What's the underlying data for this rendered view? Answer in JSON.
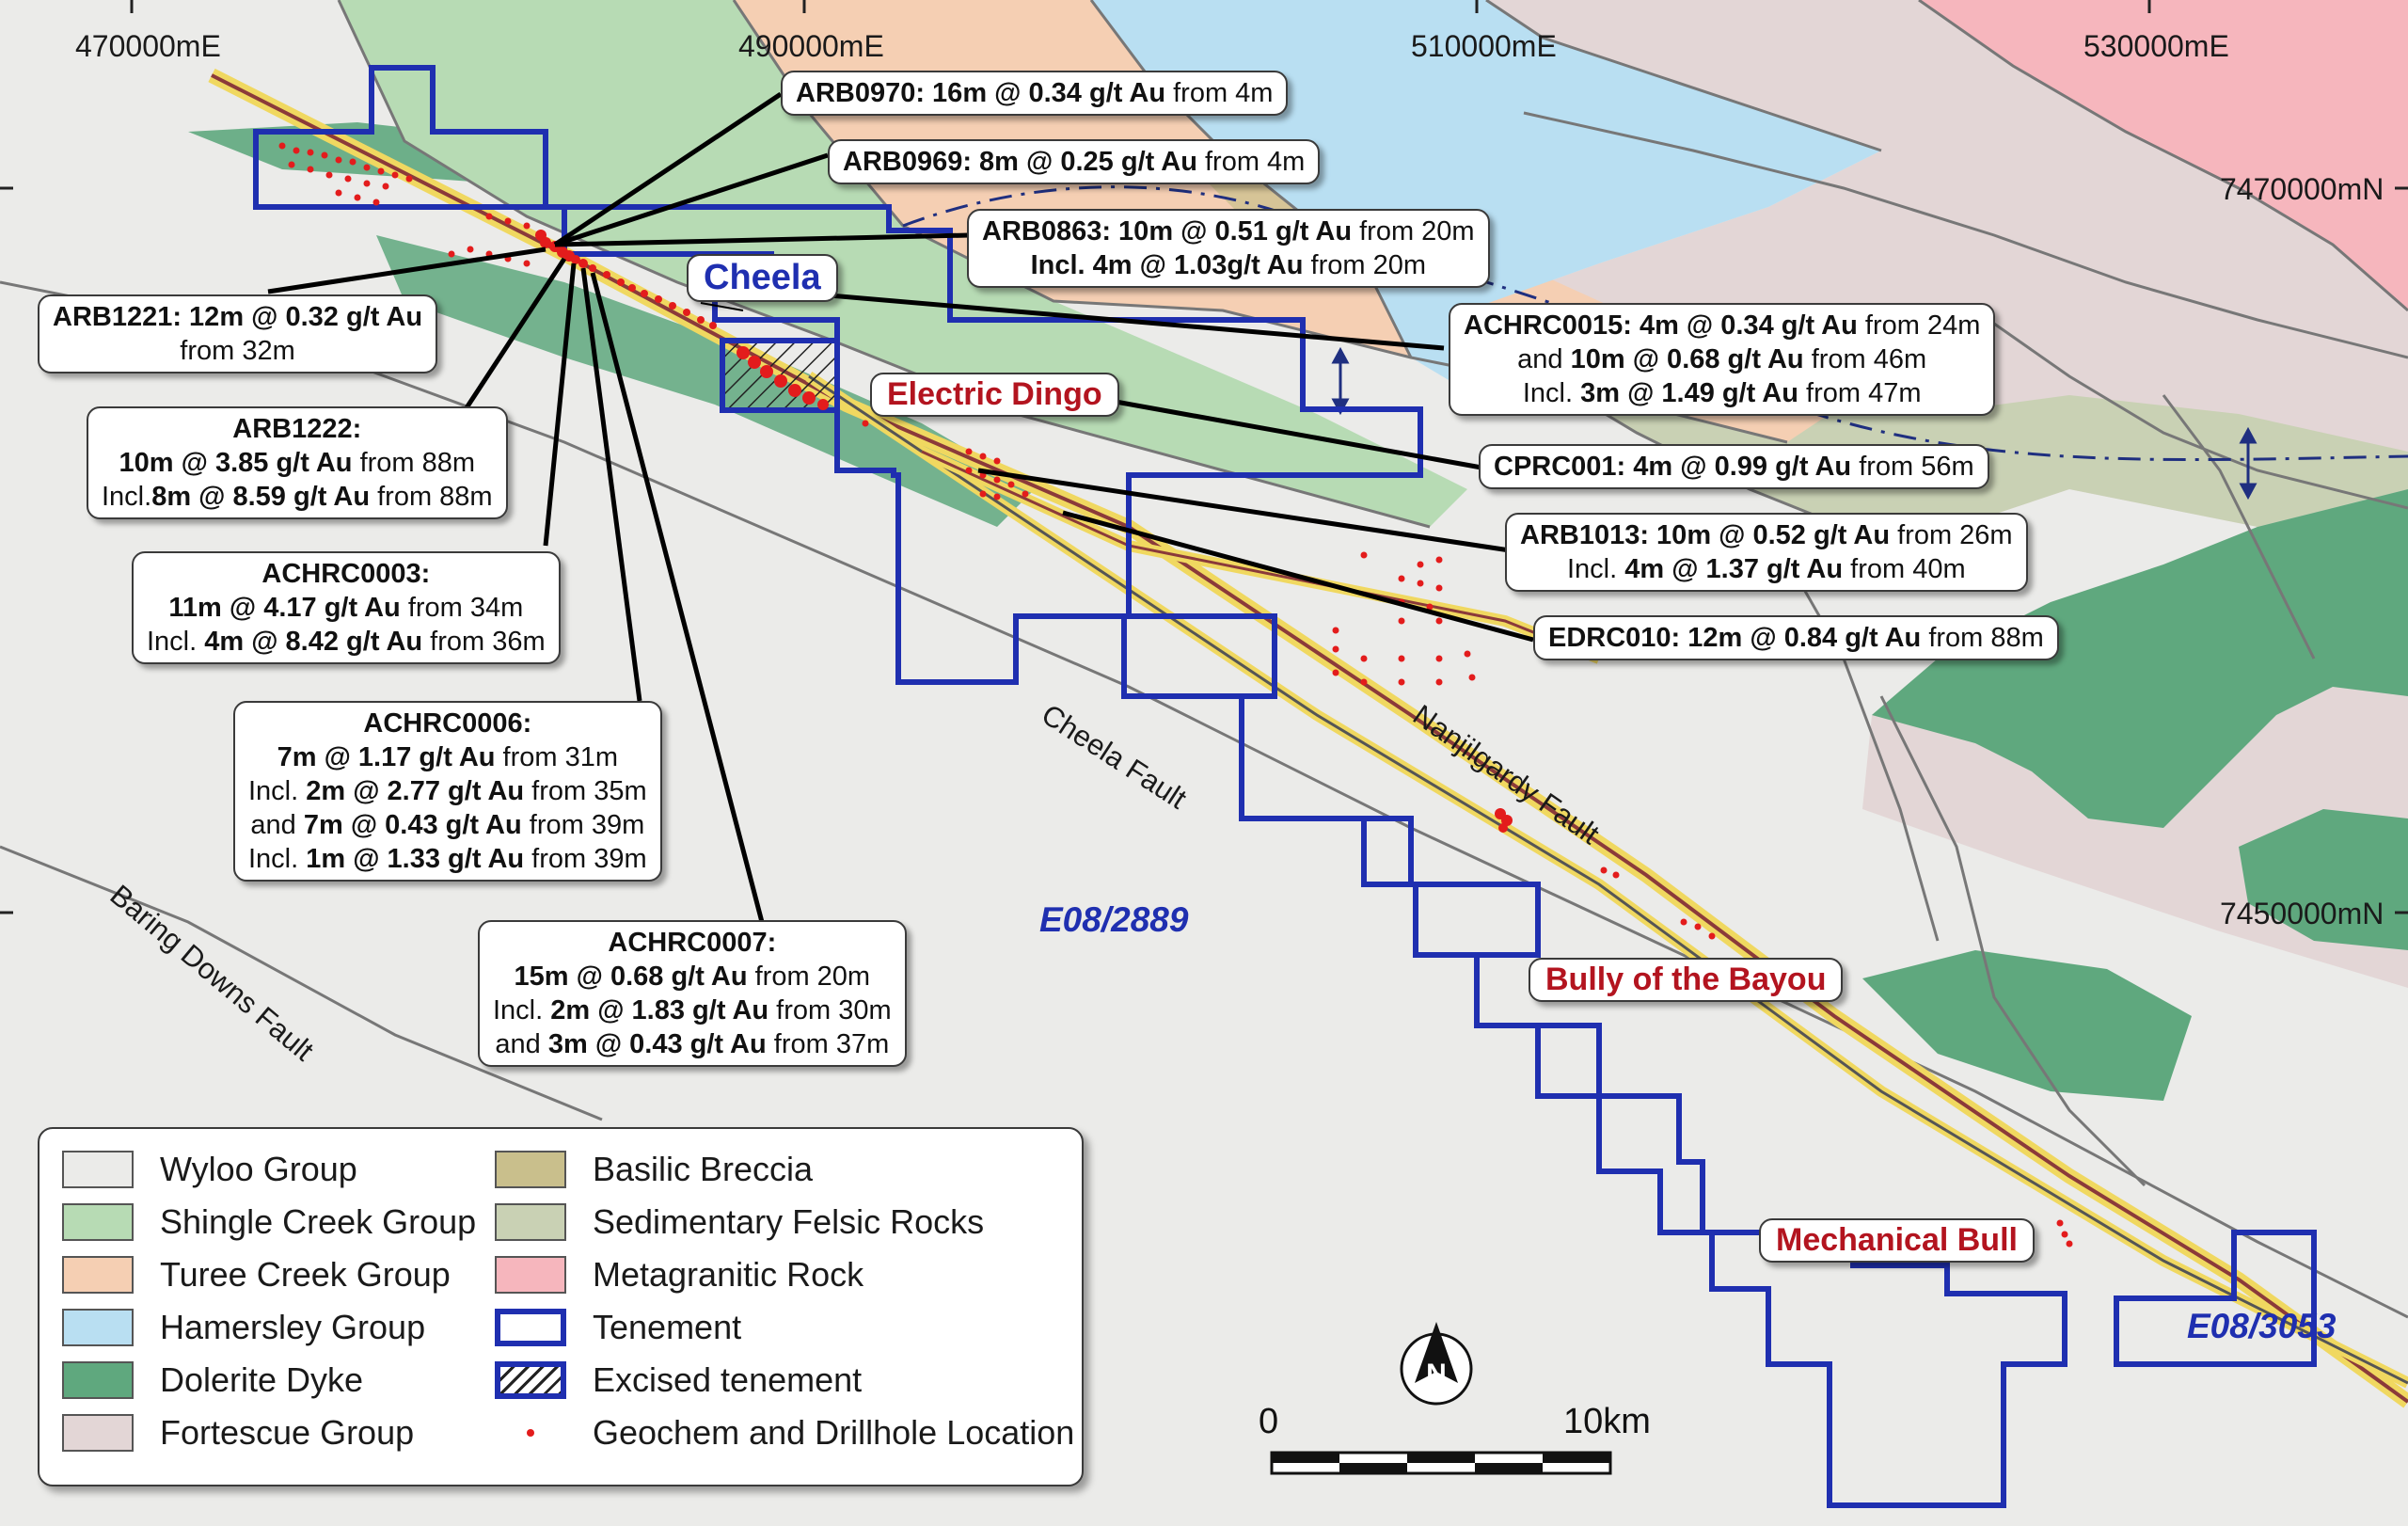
{
  "coordinates": {
    "easting": [
      "470000mE",
      "490000mE",
      "510000mE",
      "530000mE"
    ],
    "northing": [
      "7470000mN",
      "7450000mN"
    ]
  },
  "faults": {
    "cheela": "Cheela Fault",
    "nanjilgardy": "Nanjilgardy Fault",
    "baring_downs": "Baring Downs Fault"
  },
  "tenements": {
    "main": "E08/2889",
    "secondary": "E08/3053"
  },
  "prospects": {
    "cheela": "Cheela",
    "electric_dingo": "Electric Dingo",
    "bully_bayou": "Bully of the Bayou",
    "mechanical_bull": "Mechanical Bull"
  },
  "callouts": {
    "arb0970": {
      "bold": "ARB0970: 16m @ 0.34 g/t Au",
      "rest": " from 4m"
    },
    "arb0969": {
      "bold": "ARB0969: 8m @ 0.25 g/t Au",
      "rest": " from 4m"
    },
    "arb0863": {
      "l1b": "ARB0863: 10m @ 0.51 g/t Au",
      "l1r": " from 20m",
      "l2b": "Incl. 4m @ 1.03g/t Au",
      "l2r": " from 20m"
    },
    "arb1221": {
      "l1b": "ARB1221: 12m @ 0.32 g/t Au",
      "l2r": "from 32m"
    },
    "achrc0015": {
      "l1b": "ACHRC0015: 4m @ 0.34 g/t Au",
      "l1r": " from 24m",
      "l2a": "and ",
      "l2b": "10m @ 0.68 g/t Au",
      "l2r": " from 46m",
      "l3a": "Incl. ",
      "l3b": "3m @ 1.49 g/t Au",
      "l3r": " from 47m"
    },
    "cprc001": {
      "bold": "CPRC001: 4m @ 0.99 g/t Au",
      "rest": " from 56m"
    },
    "arb1222": {
      "l1b": "ARB1222:",
      "l2b": "10m @ 3.85 g/t Au",
      "l2r": " from 88m",
      "l3a": "Incl.",
      "l3b": "8m @ 8.59 g/t Au",
      "l3r": " from 88m"
    },
    "arb1013": {
      "l1b": "ARB1013: 10m @ 0.52 g/t Au",
      "l1r": " from 26m",
      "l2a": "Incl. ",
      "l2b": "4m @ 1.37 g/t Au",
      "l2r": " from 40m"
    },
    "achrc0003": {
      "l1b": "ACHRC0003:",
      "l2b": "11m @ 4.17 g/t Au",
      "l2r": " from 34m",
      "l3a": "Incl. ",
      "l3b": "4m @ 8.42 g/t Au",
      "l3r": " from 36m"
    },
    "edrc010": {
      "bold": "EDRC010: 12m @ 0.84 g/t Au",
      "rest": " from 88m"
    },
    "achrc0006": {
      "l1b": "ACHRC0006:",
      "l2b": "7m @ 1.17 g/t Au",
      "l2r": " from 31m",
      "l3a": "Incl. ",
      "l3b": "2m @ 2.77 g/t Au",
      "l3r": " from 35m",
      "l4a": "and ",
      "l4b": "7m @ 0.43 g/t Au",
      "l4r": " from 39m",
      "l5a": "Incl. ",
      "l5b": "1m @ 1.33 g/t Au",
      "l5r": " from 39m"
    },
    "achrc0007": {
      "l1b": "ACHRC0007:",
      "l2b": "15m @ 0.68 g/t Au",
      "l2r": " from 20m",
      "l3a": "Incl. ",
      "l3b": "2m @ 1.83 g/t Au",
      "l3r": " from 30m",
      "l4a": "and ",
      "l4b": "3m @ 0.43 g/t Au",
      "l4r": " from 37m"
    }
  },
  "legend": {
    "items": [
      {
        "label": "Wyloo Group",
        "color": "#ebebe9"
      },
      {
        "label": "Shingle Creek Group",
        "color": "#b7dbb4"
      },
      {
        "label": "Turee Creek Group",
        "color": "#f5cfb3"
      },
      {
        "label": "Hamersley Group",
        "color": "#b9dff2"
      },
      {
        "label": "Dolerite Dyke",
        "color": "#5fa87e"
      },
      {
        "label": "Fortescue Group",
        "color": "#e3d6d6"
      },
      {
        "label": "Basilic Breccia",
        "color": "#c9bf8c"
      },
      {
        "label": "Sedimentary Felsic Rocks",
        "color": "#c9d1b4"
      },
      {
        "label": "Metagranitic Rock",
        "color": "#f6b6bd"
      },
      {
        "label": "Tenement",
        "color": "#1f2fb0"
      },
      {
        "label": "Excised tenement",
        "color": "#1f2fb0"
      },
      {
        "label": "Geochem and Drillhole Location",
        "color": "#e31c1c"
      }
    ]
  },
  "north_arrow": "N",
  "scale": {
    "start": "0",
    "end": "10km"
  }
}
